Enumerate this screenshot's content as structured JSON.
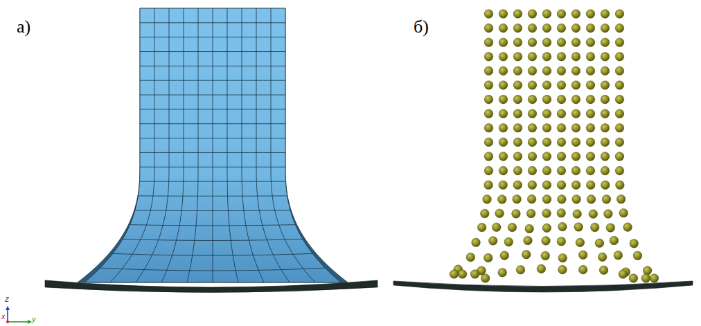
{
  "diagram": {
    "labels": [
      "а)",
      "б)",
      "z",
      "x",
      "y"
    ]
  }
}
